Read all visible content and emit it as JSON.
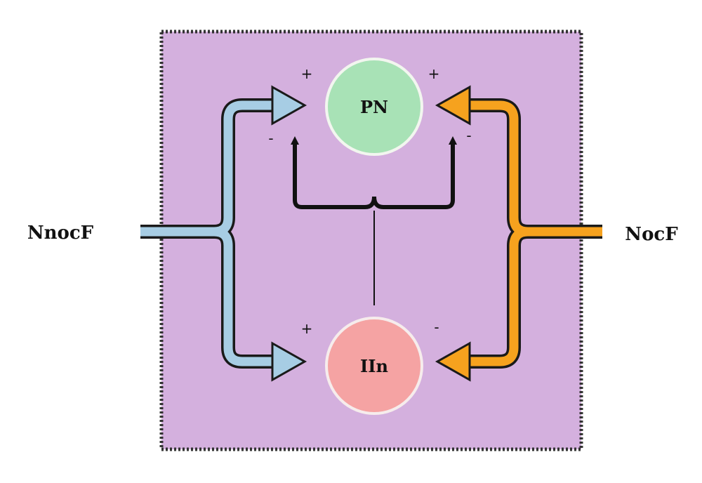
{
  "diagram": {
    "colors": {
      "background_box": "#d4b0de",
      "box_border": "#333333",
      "pn_fill": "#a8e2b6",
      "iin_fill": "#f5a3a3",
      "left_pathway": "#a7cde4",
      "right_pathway": "#f6a21e",
      "outline": "#1a1a1a"
    },
    "nodes": {
      "pn": {
        "label": "PN"
      },
      "iin": {
        "label": "IIn"
      }
    },
    "inputs": {
      "left": {
        "label": "NnocF"
      },
      "right": {
        "label": "NocF"
      }
    },
    "signs": {
      "pn_left": {
        "plus": "+",
        "minus": "-"
      },
      "pn_right": {
        "plus": "+",
        "minus": "-"
      },
      "iin_left": {
        "plus": "+"
      },
      "iin_right": {
        "minus": "-"
      }
    }
  }
}
